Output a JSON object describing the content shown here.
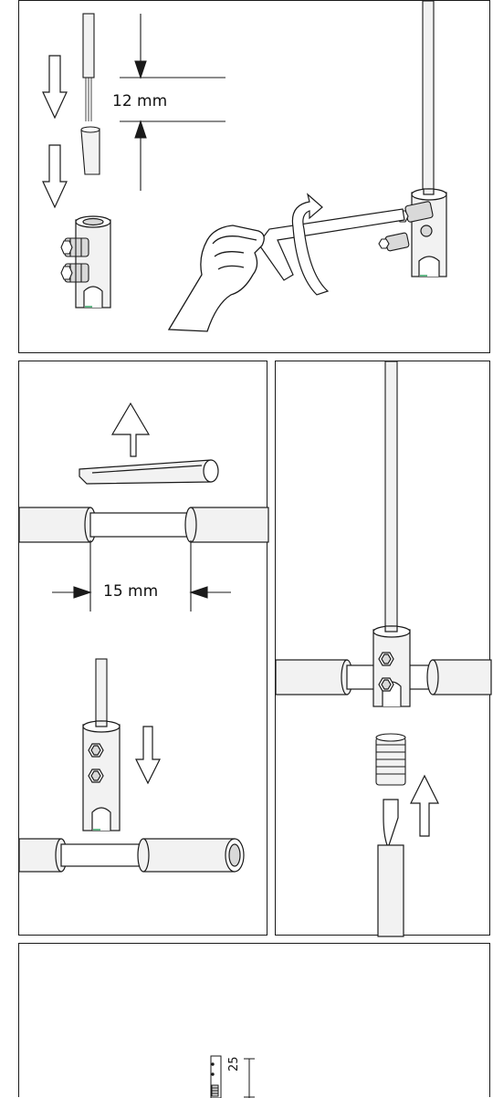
{
  "panels": {
    "top": {
      "dimension_label": "12 mm"
    },
    "middle_left": {
      "dimension_label": "15 mm"
    },
    "bottom": {
      "dimension_label": "25"
    }
  },
  "colors": {
    "line": "#1a1a1a",
    "fill_light": "#f2f2f2",
    "fill_mid": "#d9d9d9",
    "accent": "#2e9e5e"
  }
}
